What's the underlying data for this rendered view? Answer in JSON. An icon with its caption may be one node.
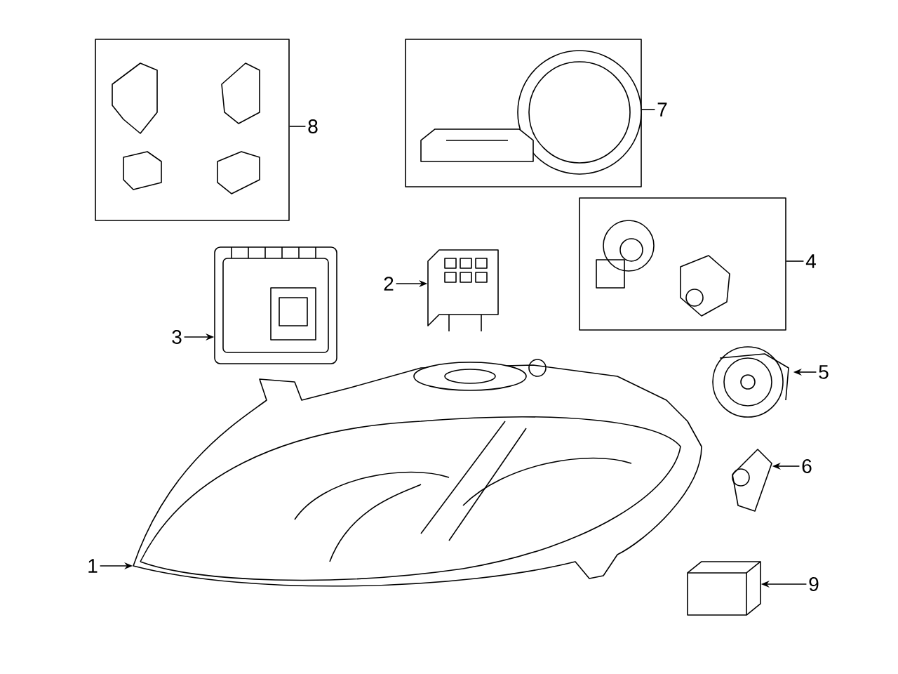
{
  "diagram": {
    "nodes": [
      {
        "text": [
          "1"
        ]
      },
      {
        "text": [],
        "shape": "picture"
      },
      {
        "text": [
          "2"
        ]
      },
      {
        "text": [],
        "shape": "picture"
      },
      {
        "text": [
          "3"
        ]
      },
      {
        "text": [],
        "shape": "picture"
      },
      {
        "text": [
          "4"
        ]
      },
      {
        "text": [],
        "shape": "box"
      },
      {
        "text": [
          "5"
        ]
      },
      {
        "text": [],
        "shape": "picture"
      },
      {
        "text": [
          "6"
        ]
      },
      {
        "text": [],
        "shape": "picture"
      },
      {
        "text": [
          "7"
        ]
      },
      {
        "text": [],
        "shape": "box"
      },
      {
        "text": [
          "8"
        ]
      },
      {
        "text": [],
        "shape": "box"
      },
      {
        "text": [
          "9"
        ]
      },
      {
        "text": [],
        "shape": "picture"
      }
    ],
    "edges": [
      {
        "from": 0,
        "to": 1,
        "arrow": "to"
      },
      {
        "from": 2,
        "to": 3,
        "arrow": "to"
      },
      {
        "from": 4,
        "to": 5,
        "arrow": "to"
      },
      {
        "from": 6,
        "to": 7,
        "arrow": "none"
      },
      {
        "from": 8,
        "to": 9,
        "arrow": "to"
      },
      {
        "from": 10,
        "to": 11,
        "arrow": "to"
      },
      {
        "from": 12,
        "to": 13,
        "arrow": "none"
      },
      {
        "from": 14,
        "to": 15,
        "arrow": "none"
      },
      {
        "from": 16,
        "to": 17,
        "arrow": "to"
      }
    ]
  }
}
